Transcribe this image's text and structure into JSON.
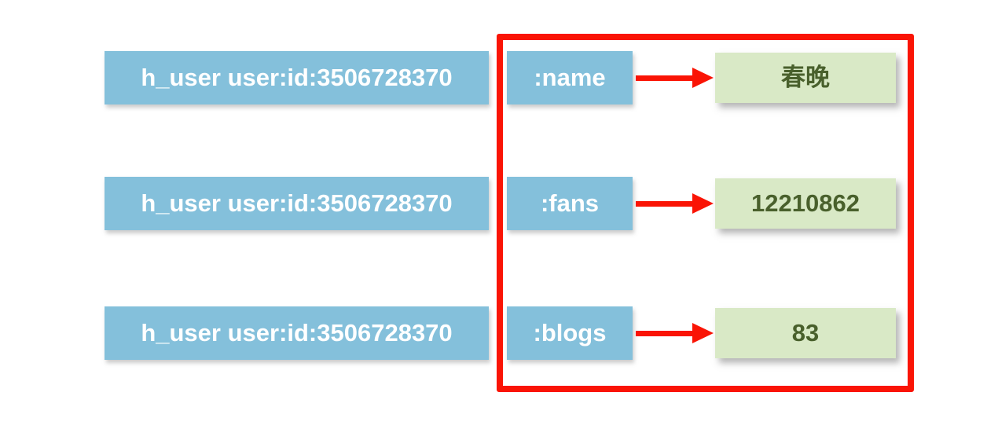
{
  "diagram": {
    "type": "redis-hash-structure",
    "colors": {
      "background": "#ffffff",
      "key_box_bg": "#84c0db",
      "key_text": "#ffffff",
      "value_box_bg": "#d9e9c6",
      "value_text": "#49602c",
      "highlight_border": "#fa1405",
      "arrow": "#fa1405"
    },
    "rows": [
      {
        "key": "h_user user:id:3506728370",
        "field": ":name",
        "value": "春晚"
      },
      {
        "key": "h_user user:id:3506728370",
        "field": ":fans",
        "value": "12210862"
      },
      {
        "key": "h_user user:id:3506728370",
        "field": ":blogs",
        "value": "83"
      }
    ]
  }
}
